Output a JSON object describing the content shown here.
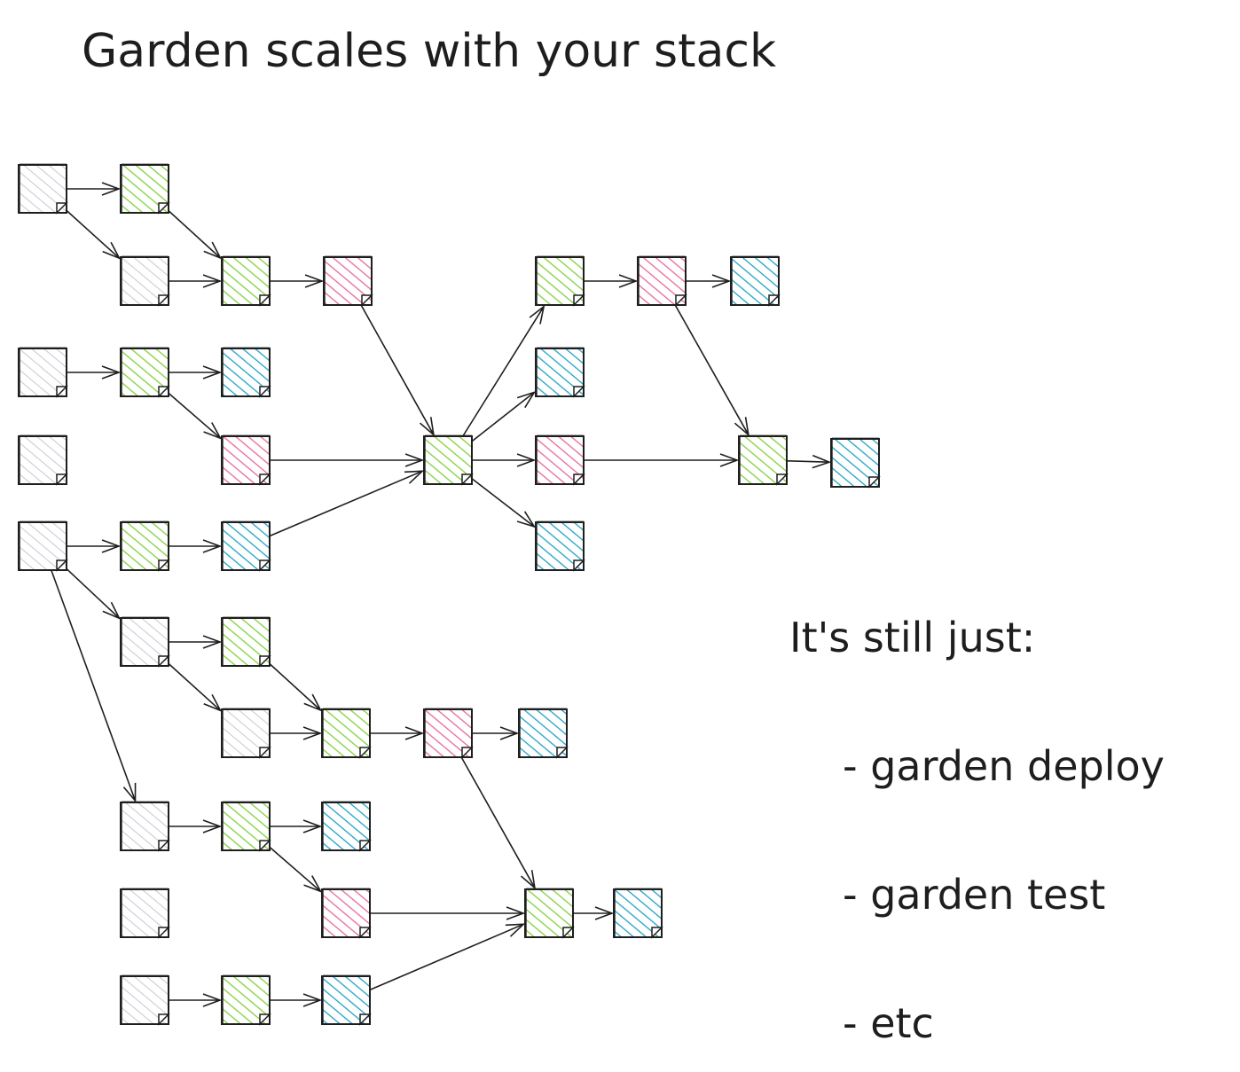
{
  "title": "Garden scales with your stack",
  "note": {
    "heading": "It's still just:",
    "items": [
      "- garden deploy",
      "- garden test",
      "- etc"
    ]
  },
  "colors": {
    "gray": "#c9cdd3",
    "green": "#7fd13b",
    "pink": "#e8689a",
    "blue": "#1fa3c4",
    "ink": "#1e1e1e"
  },
  "graph": {
    "nodes": [
      {
        "id": "a1",
        "color": "gray"
      },
      {
        "id": "a2",
        "color": "green"
      },
      {
        "id": "a3",
        "color": "gray"
      },
      {
        "id": "a4",
        "color": "green"
      },
      {
        "id": "a5",
        "color": "pink"
      },
      {
        "id": "b1",
        "color": "gray"
      },
      {
        "id": "b2",
        "color": "green"
      },
      {
        "id": "b3",
        "color": "blue"
      },
      {
        "id": "b4",
        "color": "pink"
      },
      {
        "id": "c1",
        "color": "gray"
      },
      {
        "id": "d1",
        "color": "gray"
      },
      {
        "id": "d2",
        "color": "green"
      },
      {
        "id": "d3",
        "color": "blue"
      },
      {
        "id": "hub",
        "color": "green"
      },
      {
        "id": "h1",
        "color": "green"
      },
      {
        "id": "h2",
        "color": "pink"
      },
      {
        "id": "h3",
        "color": "blue"
      },
      {
        "id": "h4",
        "color": "blue"
      },
      {
        "id": "h5",
        "color": "pink"
      },
      {
        "id": "h6",
        "color": "blue"
      },
      {
        "id": "k1",
        "color": "green"
      },
      {
        "id": "k2",
        "color": "blue"
      },
      {
        "id": "e1",
        "color": "gray"
      },
      {
        "id": "e2",
        "color": "green"
      },
      {
        "id": "e3",
        "color": "gray"
      },
      {
        "id": "e4",
        "color": "green"
      },
      {
        "id": "e5",
        "color": "pink"
      },
      {
        "id": "e6",
        "color": "blue"
      },
      {
        "id": "f1",
        "color": "gray"
      },
      {
        "id": "f2",
        "color": "green"
      },
      {
        "id": "f3",
        "color": "blue"
      },
      {
        "id": "f4",
        "color": "pink"
      },
      {
        "id": "g1",
        "color": "gray"
      },
      {
        "id": "g2",
        "color": "gray"
      },
      {
        "id": "g3",
        "color": "green"
      },
      {
        "id": "g4",
        "color": "blue"
      },
      {
        "id": "m1",
        "color": "green"
      },
      {
        "id": "m2",
        "color": "blue"
      }
    ],
    "edges": [
      [
        "a1",
        "a2"
      ],
      [
        "a1",
        "a3"
      ],
      [
        "a2",
        "a4"
      ],
      [
        "a3",
        "a4"
      ],
      [
        "a4",
        "a5"
      ],
      [
        "a5",
        "hub"
      ],
      [
        "b1",
        "b2"
      ],
      [
        "b2",
        "b3"
      ],
      [
        "b2",
        "b4"
      ],
      [
        "b4",
        "hub"
      ],
      [
        "d1",
        "d2"
      ],
      [
        "d2",
        "d3"
      ],
      [
        "d3",
        "hub"
      ],
      [
        "hub",
        "h1"
      ],
      [
        "hub",
        "h4"
      ],
      [
        "hub",
        "h5"
      ],
      [
        "hub",
        "h6"
      ],
      [
        "h1",
        "h2"
      ],
      [
        "h2",
        "h3"
      ],
      [
        "h2",
        "k1"
      ],
      [
        "h5",
        "k1"
      ],
      [
        "k1",
        "k2"
      ],
      [
        "d1",
        "e1"
      ],
      [
        "d1",
        "f1"
      ],
      [
        "e1",
        "e2"
      ],
      [
        "e1",
        "e3"
      ],
      [
        "e2",
        "e4"
      ],
      [
        "e3",
        "e4"
      ],
      [
        "e4",
        "e5"
      ],
      [
        "e5",
        "e6"
      ],
      [
        "e5",
        "m1"
      ],
      [
        "f1",
        "f2"
      ],
      [
        "f2",
        "f3"
      ],
      [
        "f2",
        "f4"
      ],
      [
        "f4",
        "m1"
      ],
      [
        "g2",
        "g3"
      ],
      [
        "g3",
        "g4"
      ],
      [
        "g4",
        "m1"
      ],
      [
        "m1",
        "m2"
      ]
    ]
  }
}
